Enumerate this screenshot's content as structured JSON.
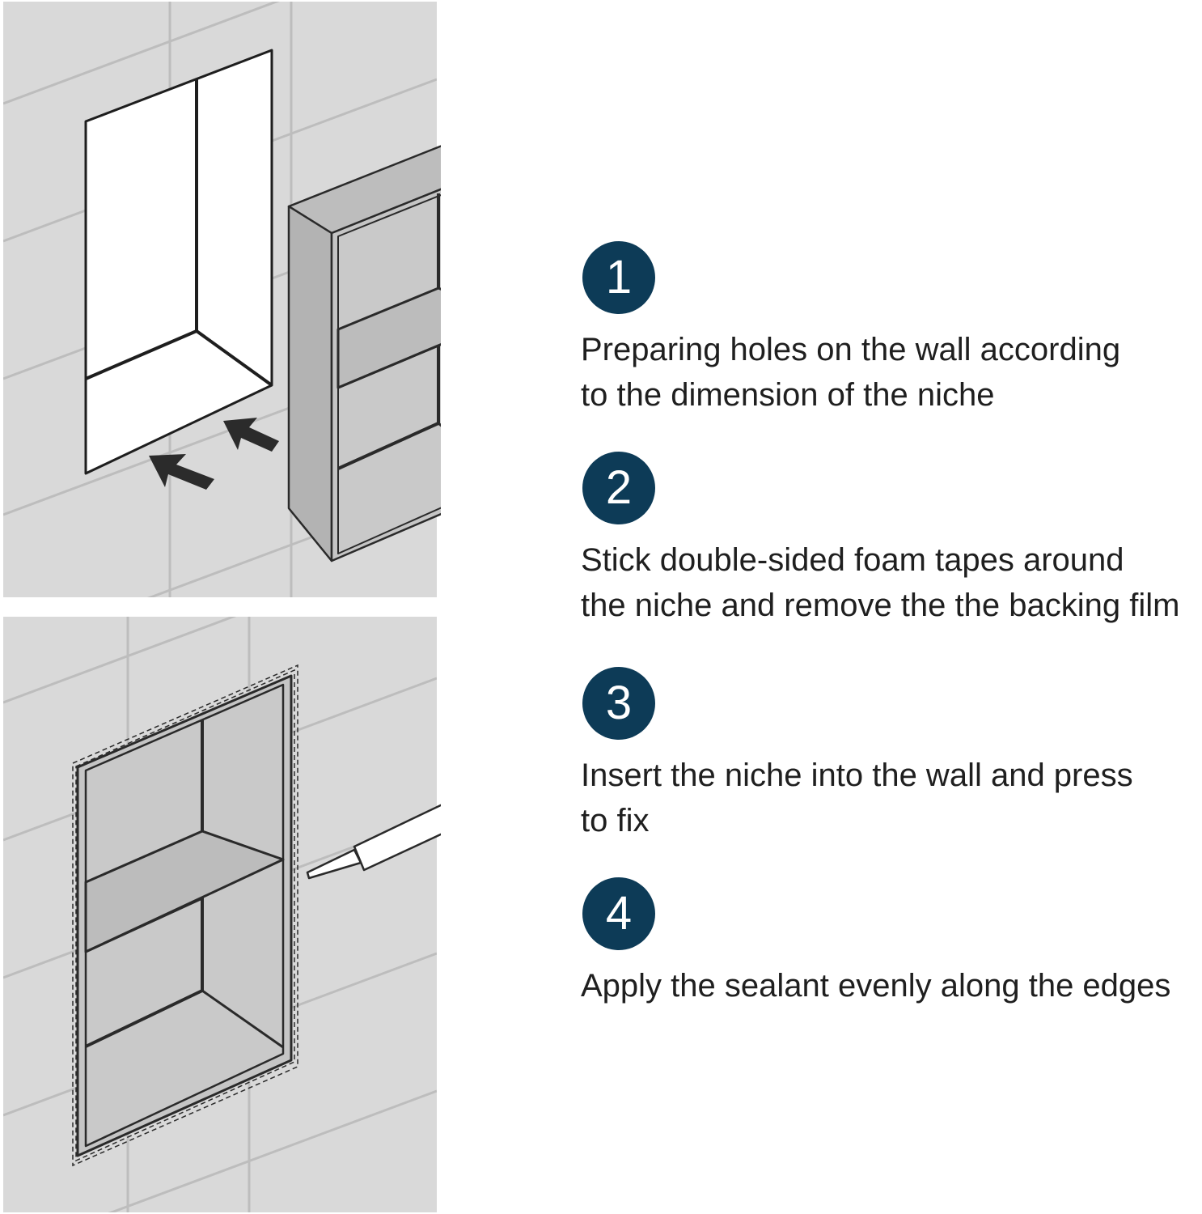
{
  "steps": [
    {
      "number": "1",
      "lines": [
        "Preparing holes on the wall according",
        "to the dimension of the niche"
      ]
    },
    {
      "number": "2",
      "lines": [
        "Stick double-sided foam tapes around",
        "the niche and remove the the backing film"
      ]
    },
    {
      "number": "3",
      "lines": [
        "Insert the niche into the wall and press",
        "to fix"
      ]
    },
    {
      "number": "4",
      "lines": [
        "Apply the sealant evenly along the edges"
      ]
    }
  ],
  "colors": {
    "badge": "#0d3b57",
    "wall": "#d9d9d9",
    "niche": "#c9c9c9",
    "line": "#2a2a2a"
  },
  "icons": [
    "arrow-icon",
    "sealant-gun-icon"
  ]
}
